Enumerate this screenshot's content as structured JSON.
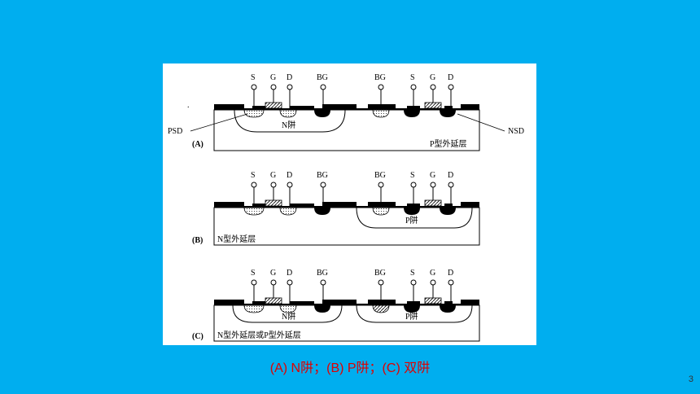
{
  "figure": {
    "panels": [
      {
        "tag": "(A)",
        "terminals_left": [
          "S",
          "G",
          "D",
          "BG"
        ],
        "terminals_right": [
          "BG",
          "S",
          "G",
          "D"
        ],
        "well_label": "N阱",
        "substrate_label": "P型外延层",
        "callout_left": "PSD",
        "callout_right": "NSD"
      },
      {
        "tag": "(B)",
        "terminals_left": [
          "S",
          "G",
          "D",
          "BG"
        ],
        "terminals_right": [
          "BG",
          "S",
          "G",
          "D"
        ],
        "well_label": "P阱",
        "substrate_label": "N型外延层"
      },
      {
        "tag": "(C)",
        "terminals_left": [
          "S",
          "G",
          "D",
          "BG"
        ],
        "terminals_right": [
          "BG",
          "S",
          "G",
          "D"
        ],
        "well_label_left": "N阱",
        "well_label_right": "P阱",
        "substrate_label": "N型外延层或P型外延层"
      }
    ]
  },
  "caption": "(A) N阱；(B) P阱；(C) 双阱",
  "page_number": "3",
  "colors": {
    "background": "#00AEEF",
    "caption": "#E00000",
    "panel": "#ffffff"
  }
}
